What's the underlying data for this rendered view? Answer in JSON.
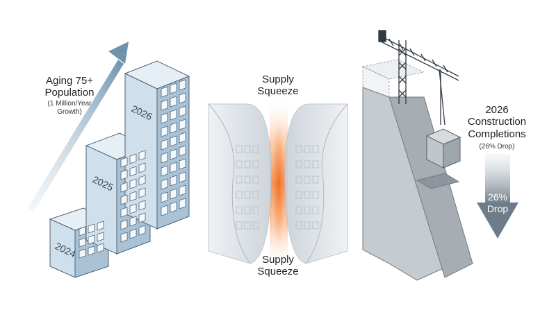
{
  "left": {
    "title_line1": "Aging 75+",
    "title_line2": "Population",
    "note_line1": "(1 Million/Year",
    "note_line2": "Growth)",
    "years": [
      "2024",
      "2025",
      "2026"
    ]
  },
  "middle": {
    "top_line1": "Supply",
    "top_line2": "Squeeze",
    "bottom_line1": "Supply",
    "bottom_line2": "Squeeze"
  },
  "right": {
    "title_line1": "2026",
    "title_line2": "Construction",
    "title_line3": "Completions",
    "note": "(26% Drop)",
    "arrow_line1": "26%",
    "arrow_line2": "Drop"
  },
  "colors": {
    "building_front": "#cfe0ec",
    "building_side": "#a9c2d6",
    "building_top": "#e6eff6",
    "squeeze_glow": "#f26a1b",
    "slab_front": "#a7adb2",
    "slab_side": "#c6cbcf"
  }
}
